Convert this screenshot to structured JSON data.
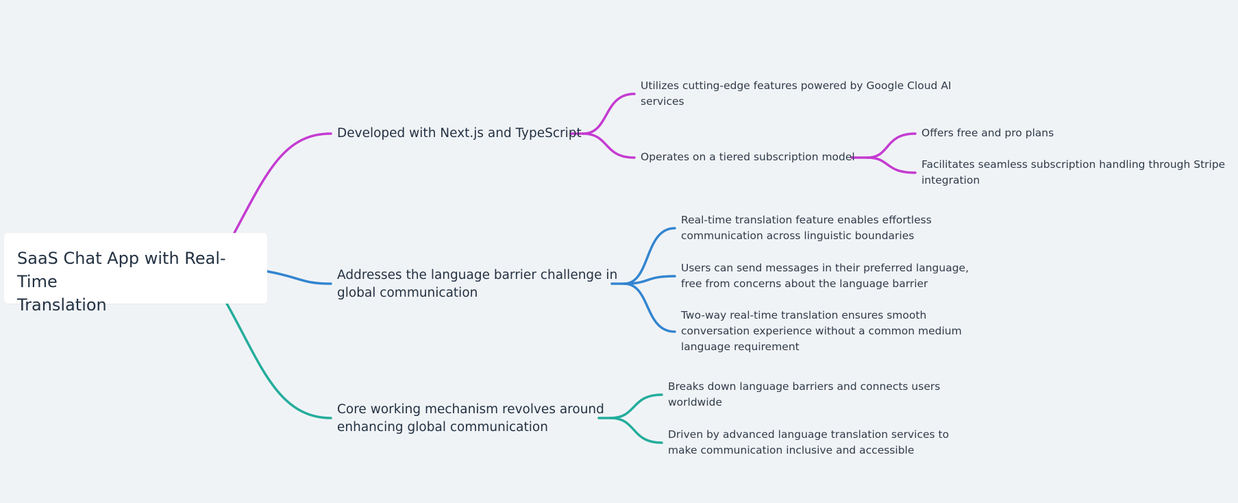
{
  "root": {
    "title_line1": "SaaS Chat App with Real-Time",
    "title_line2": "Translation"
  },
  "colors": {
    "background": "#f0f3f6",
    "branch_tech": "#c43bd1",
    "branch_problem": "#3385d0",
    "branch_mechanism": "#24ad9c",
    "text": "#233142"
  },
  "branches": [
    {
      "label": "Developed with Next.js and TypeScript",
      "children": [
        {
          "lines": [
            "Utilizes cutting-edge features powered by Google Cloud AI",
            "services"
          ]
        },
        {
          "lines": [
            "Operates on a tiered subscription model"
          ],
          "children": [
            {
              "lines": [
                "Offers free and pro plans"
              ]
            },
            {
              "lines": [
                "Facilitates seamless subscription handling through Stripe",
                "integration"
              ]
            }
          ]
        }
      ]
    },
    {
      "label_line1": "Addresses the language barrier challenge in",
      "label_line2": "global communication",
      "children": [
        {
          "lines": [
            "Real-time translation feature enables effortless",
            "communication across linguistic boundaries"
          ]
        },
        {
          "lines": [
            "Users can send messages in their preferred language,",
            "free from concerns about the language barrier"
          ]
        },
        {
          "lines": [
            "Two-way real-time translation ensures smooth",
            "conversation experience without a common medium",
            "language requirement"
          ]
        }
      ]
    },
    {
      "label_line1": "Core working mechanism revolves around",
      "label_line2": "enhancing global communication",
      "children": [
        {
          "lines": [
            "Breaks down language barriers and connects users",
            "worldwide"
          ]
        },
        {
          "lines": [
            "Driven by advanced language translation services to",
            "make communication inclusive and accessible"
          ]
        }
      ]
    }
  ]
}
